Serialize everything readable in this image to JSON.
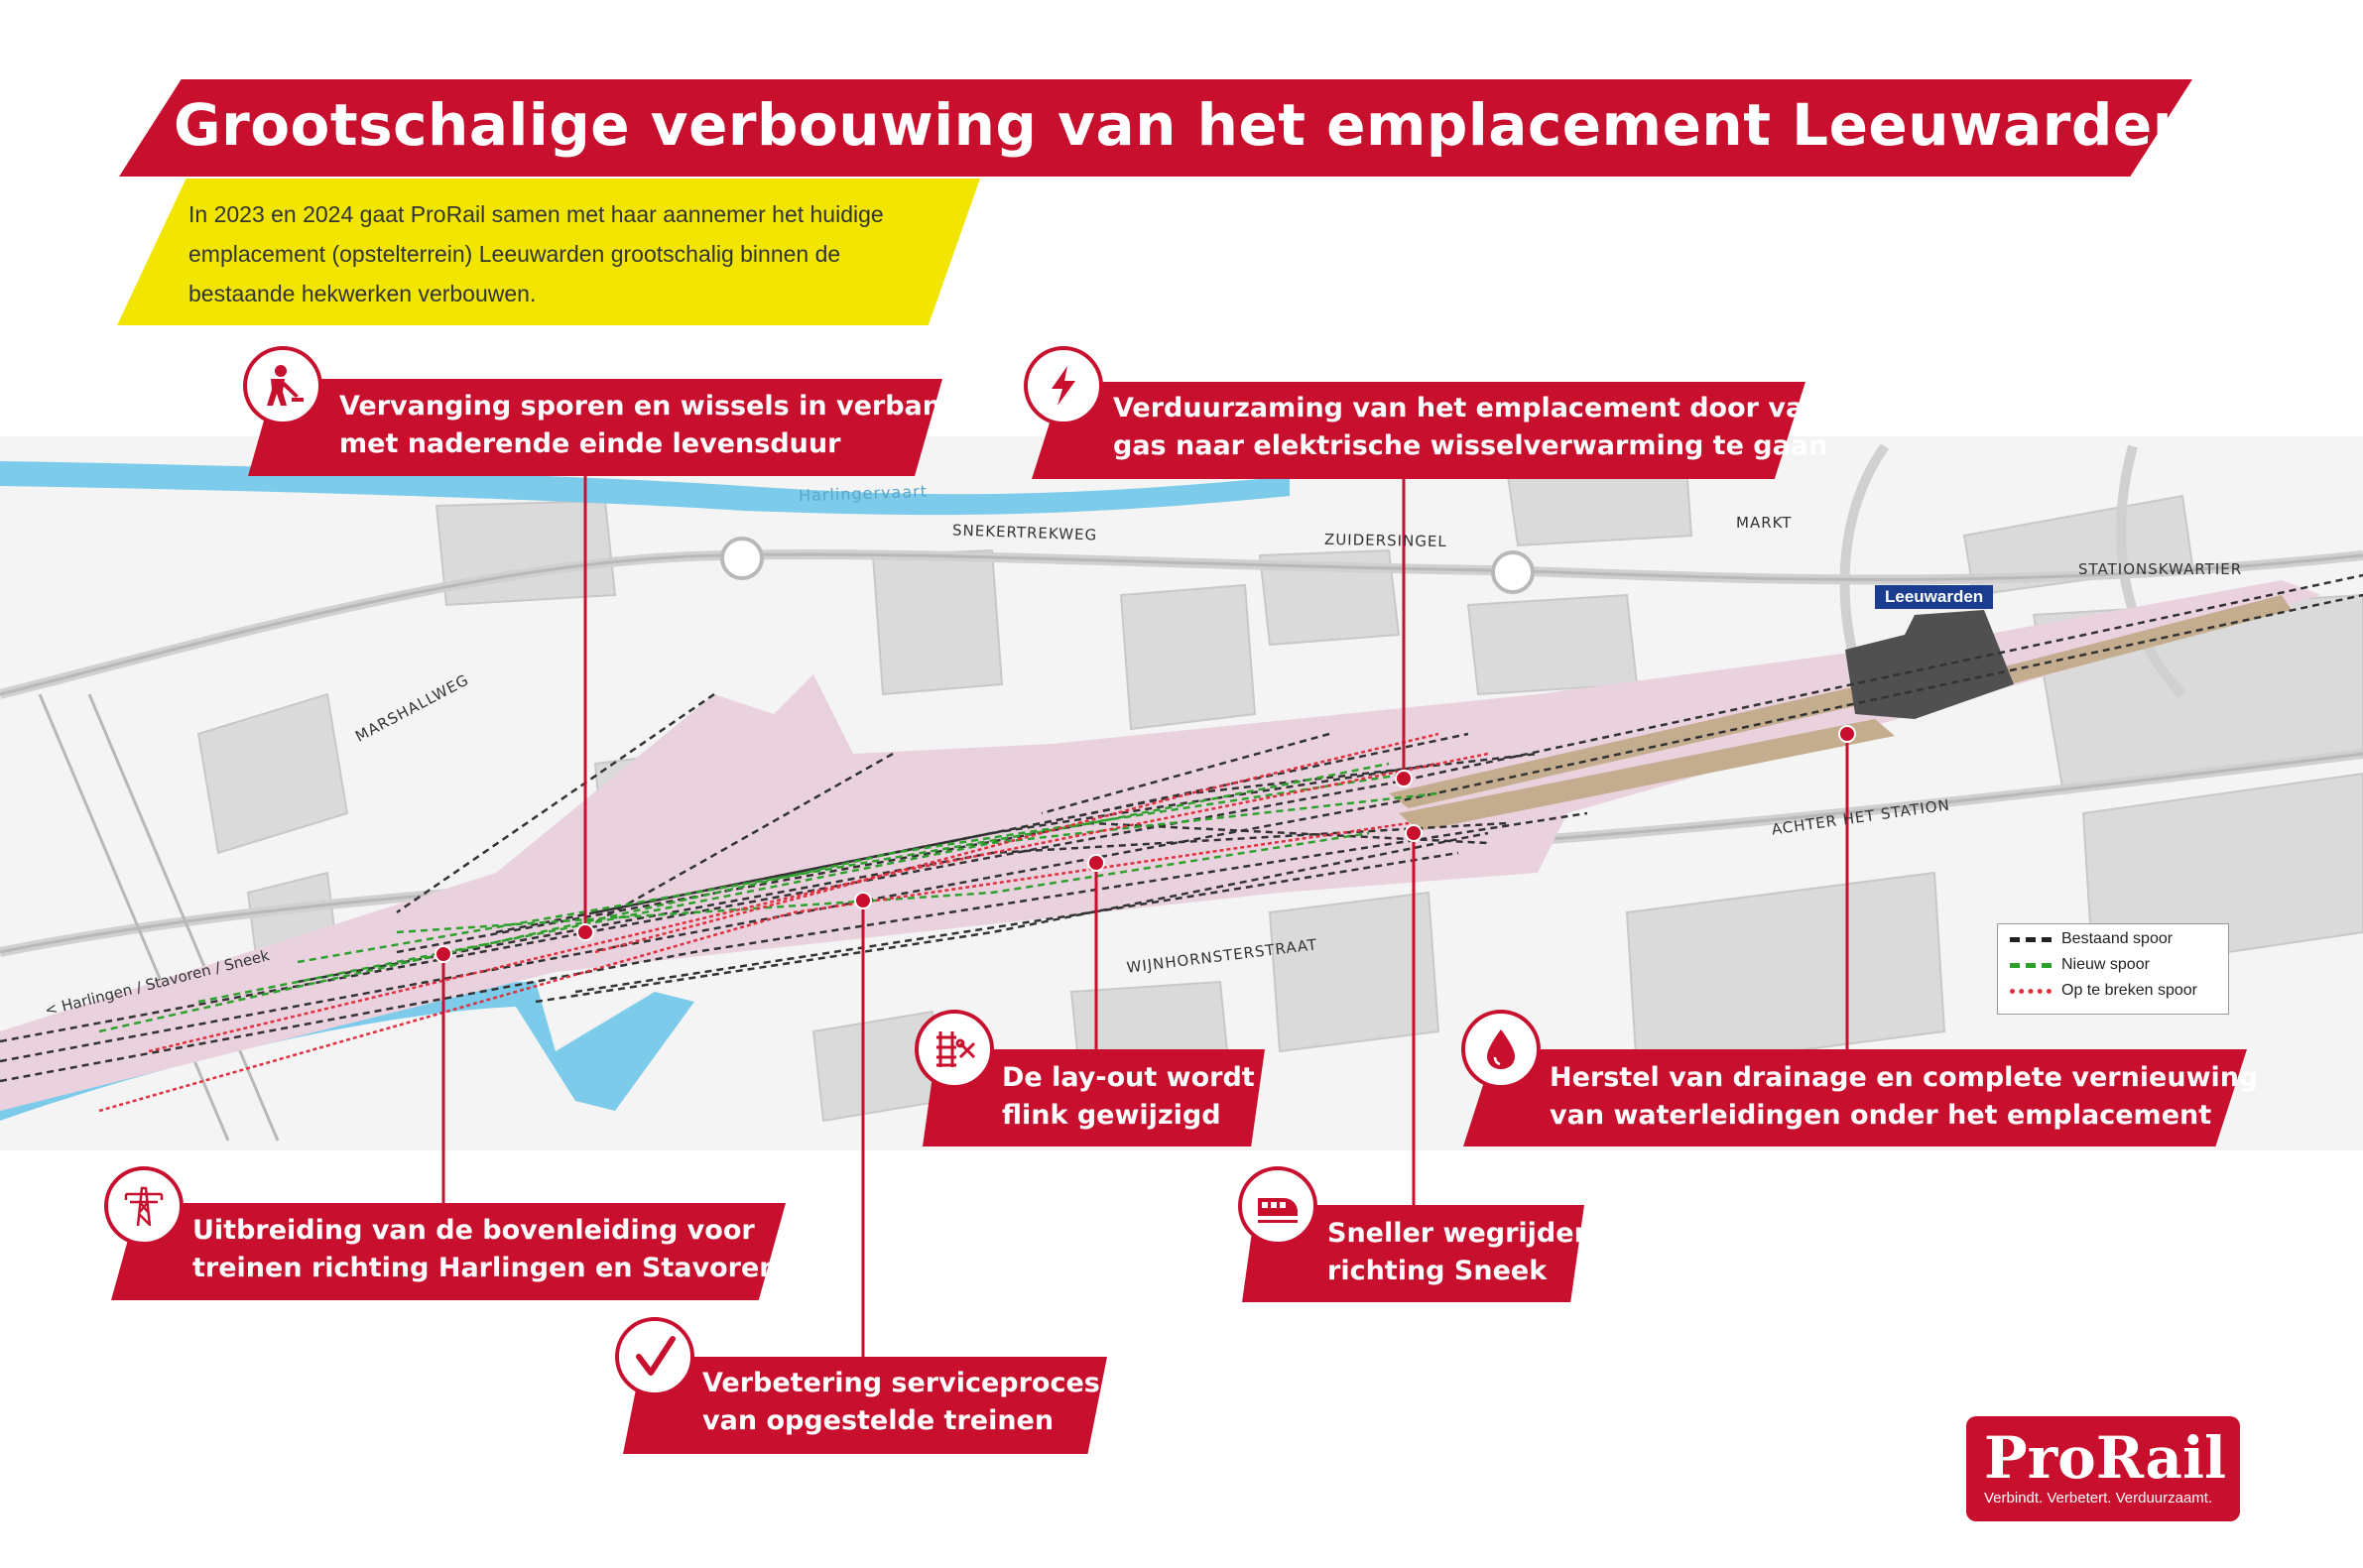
{
  "title": "Grootschalige verbouwing van het emplacement Leeuwarden",
  "intro": "In 2023 en 2024 gaat ProRail samen met haar aannemer het huidige emplacement (opstelterrein) Leeuwarden grootschalig binnen de bestaande hekwerken verbouwen.",
  "colors": {
    "accent": "#c8102e",
    "intro_bg": "#f2e600",
    "water": "#7ccbea",
    "yard": "#e9d2de",
    "platform": "#c4ad8f",
    "building": "#d9d9d9",
    "station_blue": "#1a3d8f"
  },
  "callouts": [
    {
      "icon": "construction-worker-icon",
      "line1": "Vervanging sporen en wissels in verband",
      "line2": "met naderende einde levensduur"
    },
    {
      "icon": "lightning-icon",
      "line1": "Verduurzaming van het emplacement door van",
      "line2": "gas naar elektrische wisselverwarming te gaan"
    },
    {
      "icon": "overhead-pylon-icon",
      "line1": "Uitbreiding van de bovenleiding voor",
      "line2": "treinen richting Harlingen en Stavoren"
    },
    {
      "icon": "checkmark-icon",
      "line1": "Verbetering serviceproces",
      "line2": "van opgestelde treinen"
    },
    {
      "icon": "track-tools-icon",
      "line1": "De lay-out wordt",
      "line2": "flink gewijzigd"
    },
    {
      "icon": "train-icon",
      "line1": "Sneller wegrijden",
      "line2": "richting Sneek"
    },
    {
      "icon": "water-drop-icon",
      "line1": "Herstel van drainage en complete vernieuwing",
      "line2": "van waterleidingen onder het emplacement"
    }
  ],
  "map_labels": {
    "snekertrekweg": "SNEKERTREKWEG",
    "zuidersingel": "ZUIDERSINGEL",
    "markt": "MARKT",
    "stationskwartier": "STATIONSKWARTIER",
    "station": "Leeuwarden",
    "marshallweg": "MARSHALLWEG",
    "achter_het_station": "ACHTER HET STATION",
    "wijnhornsterstraat": "WIJNHORNSTERSTRAAT",
    "direction": "< Harlingen / Stavoren / Sneek",
    "canal": "Harlingervaart"
  },
  "legend": [
    {
      "label": "Bestaand spoor",
      "color": "#222222"
    },
    {
      "label": "Nieuw spoor",
      "color": "#2ea02e"
    },
    {
      "label": "Op te breken spoor",
      "color": "#e0303f"
    }
  ],
  "logo": {
    "name": "ProRail",
    "tagline": "Verbindt. Verbetert. Verduurzaamt."
  }
}
